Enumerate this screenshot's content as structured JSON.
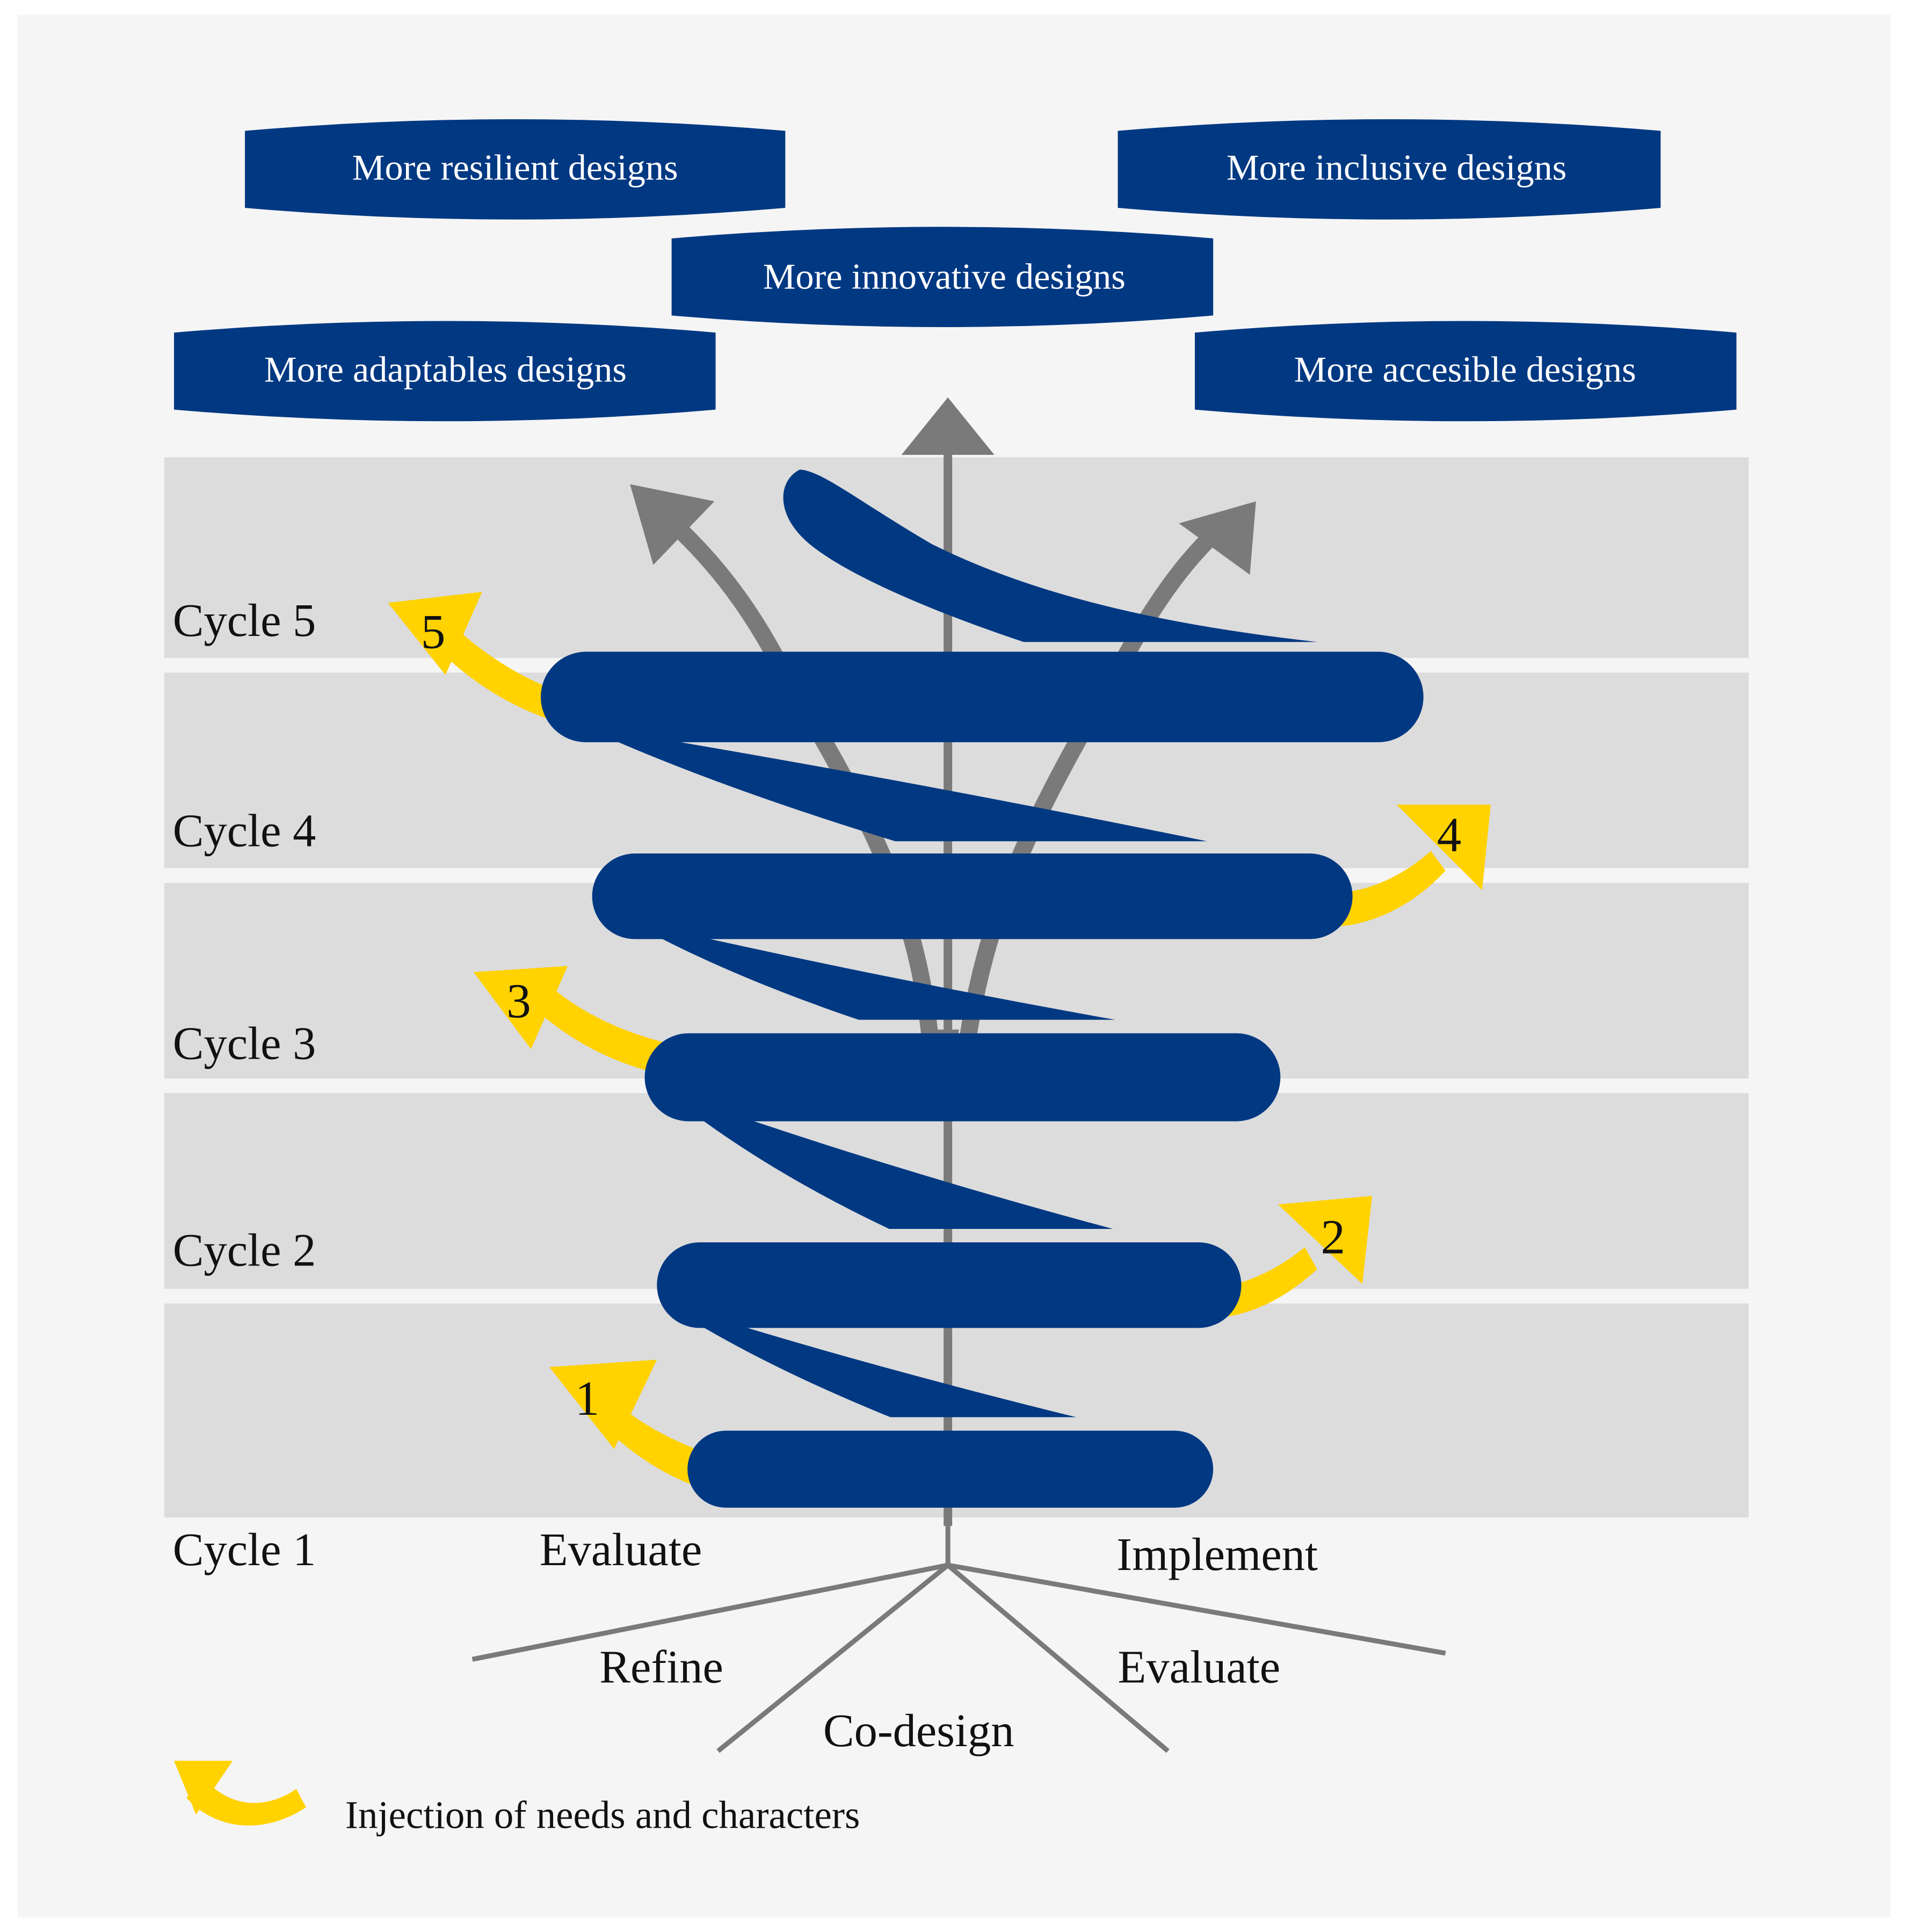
{
  "outcomes": {
    "resilient": "More resilient designs",
    "inclusive": "More inclusive designs",
    "innovative": "More innovative designs",
    "adaptable": "More adaptables designs",
    "accessible": "More accesible designs"
  },
  "cycles": {
    "cycle5": "Cycle 5",
    "cycle4": "Cycle 4",
    "cycle3": "Cycle 3",
    "cycle2": "Cycle 2",
    "cycle1": "Cycle 1"
  },
  "injections": {
    "n1": "1",
    "n2": "2",
    "n3": "3",
    "n4": "4",
    "n5": "5"
  },
  "phases": {
    "evaluate_top": "Evaluate",
    "implement": "Implement",
    "refine": "Refine",
    "evaluate_bottom": "Evaluate",
    "codesign": "Co-design"
  },
  "legend": {
    "label": "Injection of needs and characters",
    "icon": "yellow-curved-arrow-icon"
  },
  "colors": {
    "navy": "#003882",
    "yellow": "#FFD200",
    "gray_arrow": "#7A7A7A",
    "band": "#DCDCDC",
    "background": "#F5F5F5"
  }
}
